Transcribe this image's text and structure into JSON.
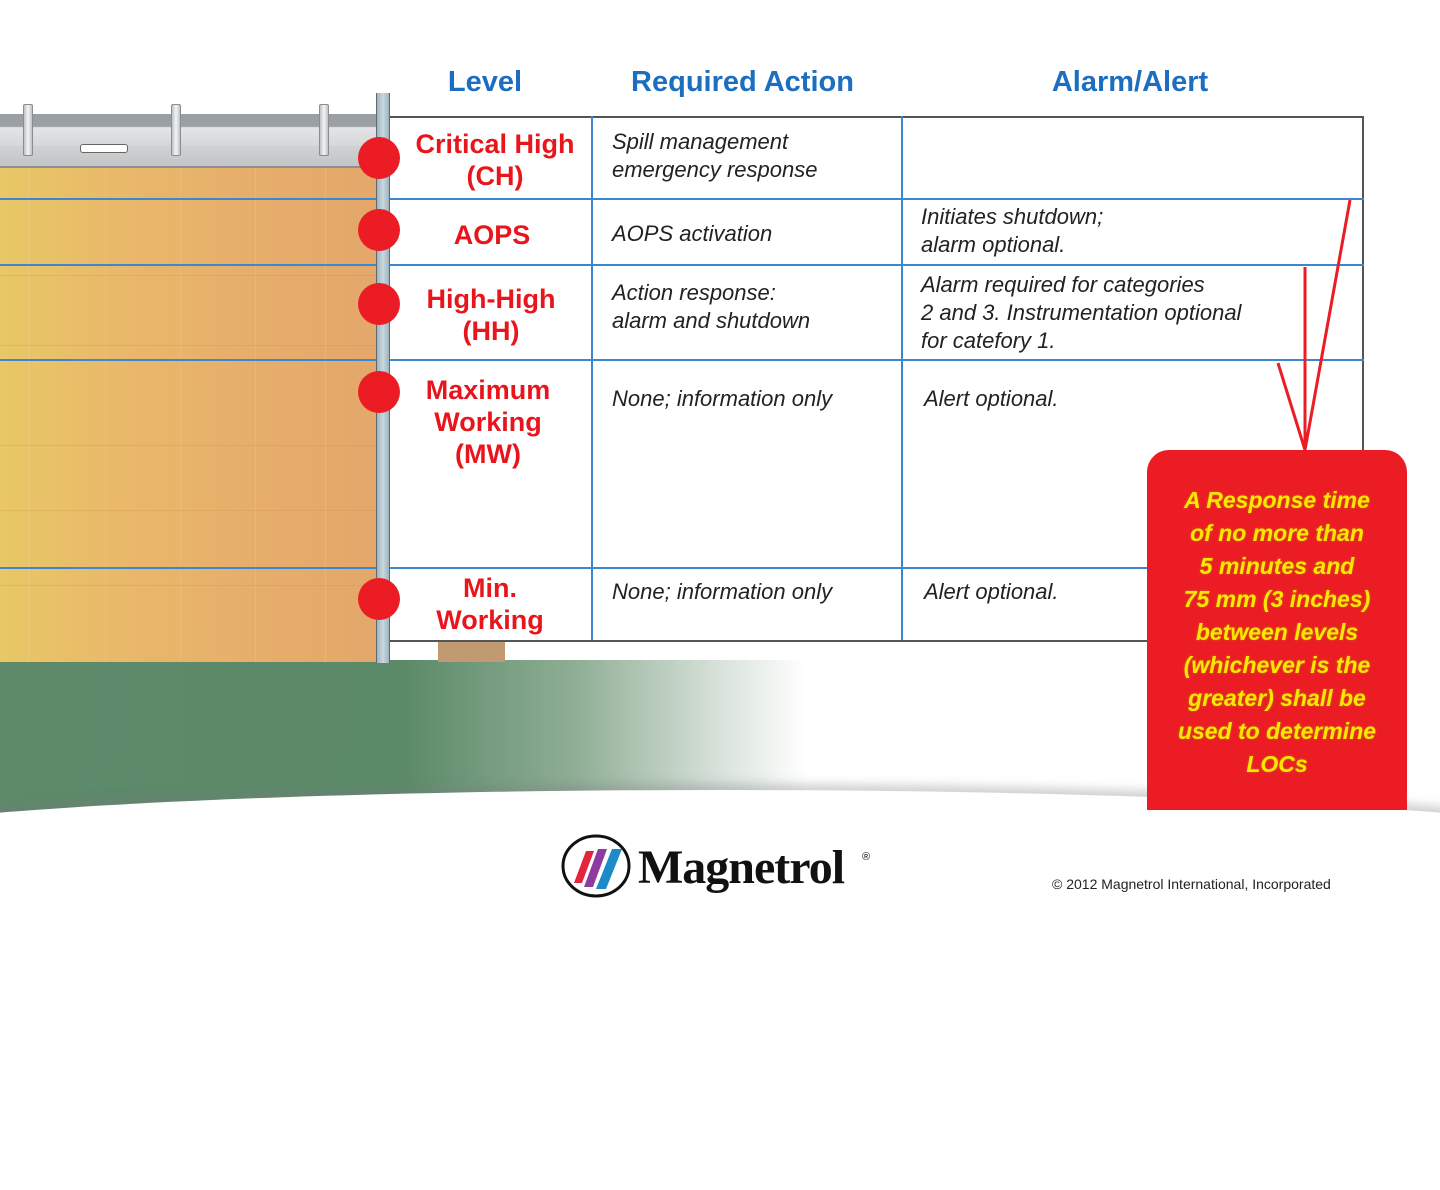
{
  "headers": {
    "level": "Level",
    "required_action": "Required Action",
    "alarm_alert": "Alarm/Alert"
  },
  "rows": [
    {
      "level_line1": "Critical High",
      "level_line2": "(CH)",
      "level_line3": "",
      "action": "Spill management\nemergency response",
      "alarm": ""
    },
    {
      "level_line1": "AOPS",
      "level_line2": "",
      "level_line3": "",
      "action": "AOPS activation",
      "alarm": "Initiates shutdown;\nalarm optional."
    },
    {
      "level_line1": "High-High",
      "level_line2": "(HH)",
      "level_line3": "",
      "action": "Action response:\nalarm and shutdown",
      "alarm": "Alarm required for categories\n2 and 3. Instrumentation optional\nfor catefory 1."
    },
    {
      "level_line1": "Maximum",
      "level_line2": "Working",
      "level_line3": "(MW)",
      "action": "None; information only",
      "alarm": "Alert optional."
    },
    {
      "level_line1": "Min.",
      "level_line2": "Working",
      "level_line3": "",
      "action": "None; information only",
      "alarm": "Alert optional."
    }
  ],
  "callout": {
    "text": "A Response time\nof no more than\n5 minutes and\n75 mm (3 inches)\nbetween levels\n(whichever is the\ngreater) shall be\nused to determine\nLOCs"
  },
  "footer": {
    "brand": "Magnetrol",
    "registered": "®",
    "copyright": "© 2012 Magnetrol International, Incorporated"
  },
  "colors": {
    "header_blue": "#1c6fc0",
    "level_red": "#e8161c",
    "callout_red": "#ec1c24",
    "callout_text_yellow": "#ffe600",
    "grid_blue": "#3f86d0"
  }
}
